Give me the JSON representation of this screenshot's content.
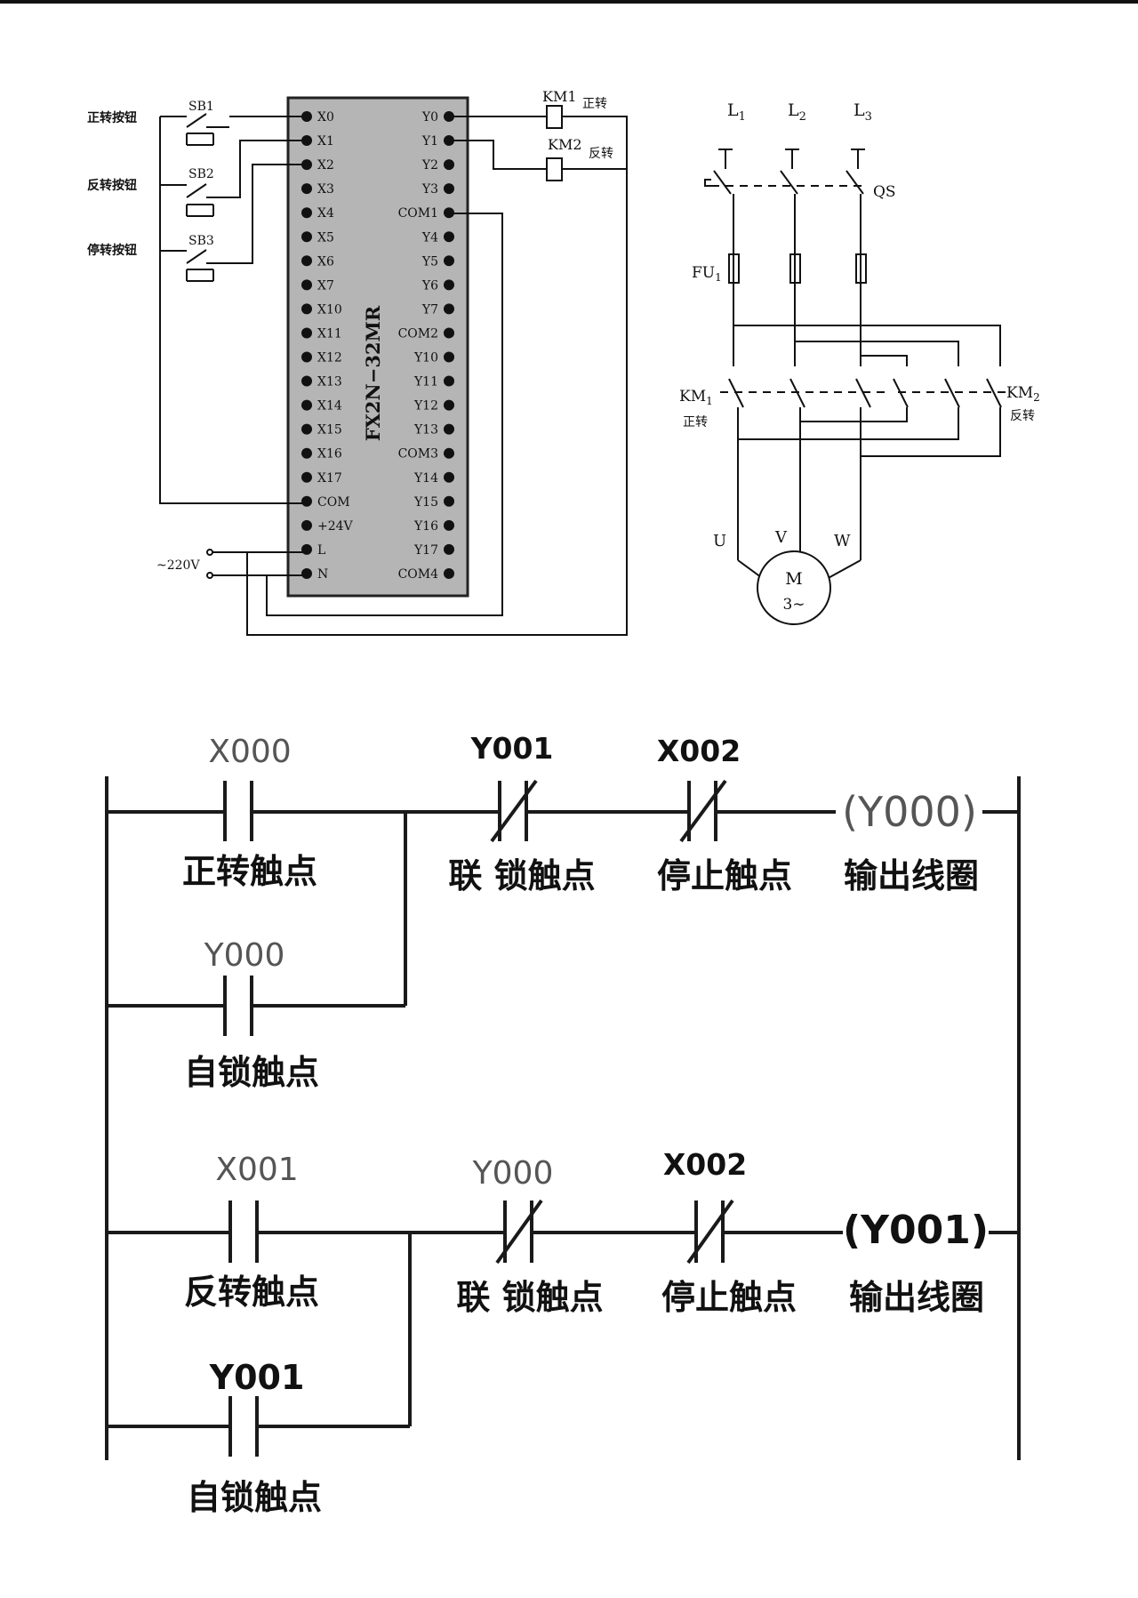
{
  "wiring": {
    "buttons": [
      {
        "label": "正转按钮",
        "id": "SB1"
      },
      {
        "label": "反转按钮",
        "id": "SB2"
      },
      {
        "label": "停转按钮",
        "id": "SB3"
      }
    ],
    "plc_model": "FX2N−32MR",
    "left_terminals": [
      "X0",
      "X1",
      "X2",
      "X3",
      "X4",
      "X5",
      "X6",
      "X7",
      "X10",
      "X11",
      "X12",
      "X13",
      "X14",
      "X15",
      "X16",
      "X17",
      "COM",
      "+24V",
      "L",
      "N"
    ],
    "right_terminals": [
      "Y0",
      "Y1",
      "Y2",
      "Y3",
      "COM1",
      "Y4",
      "Y5",
      "Y6",
      "Y7",
      "COM2",
      "Y10",
      "Y11",
      "Y12",
      "Y13",
      "COM3",
      "Y14",
      "Y15",
      "Y16",
      "Y17",
      "COM4"
    ],
    "coils": [
      {
        "id": "KM1",
        "desc": "正转"
      },
      {
        "id": "KM2",
        "desc": "反转"
      }
    ],
    "supply": "~220V"
  },
  "main_circuit": {
    "phase_prefix": "L",
    "phases": [
      "1",
      "2",
      "3"
    ],
    "switch": "QS",
    "fuse_prefix": "FU",
    "fuse_sub": "1",
    "km1": {
      "prefix": "KM",
      "sub": "1",
      "desc": "正转"
    },
    "km2": {
      "prefix": "KM",
      "sub": "2",
      "desc": "反转"
    },
    "motor_terminals": [
      "U",
      "V",
      "W"
    ],
    "motor": {
      "name": "M",
      "type": "3∼"
    }
  },
  "ladder": {
    "rung1": {
      "start_contact": "X000",
      "start_desc": "正转触点",
      "hold_contact": "Y000",
      "hold_desc": "自锁触点",
      "interlock_contact": "Y001",
      "interlock_desc": "联 锁触点",
      "stop_contact": "X002",
      "stop_desc": "停止触点",
      "coil_open": "(",
      "coil": "Y000",
      "coil_close": ")",
      "coil_desc": "输出线圈"
    },
    "rung2": {
      "start_contact": "X001",
      "start_desc": "反转触点",
      "hold_contact": "Y001",
      "hold_desc": "自锁触点",
      "interlock_contact": "Y000",
      "interlock_desc": "联 锁触点",
      "stop_contact": "X002",
      "stop_desc": "停止触点",
      "coil_open": "(",
      "coil": "Y001",
      "coil_close": ")",
      "coil_desc": "输出线圈"
    }
  }
}
